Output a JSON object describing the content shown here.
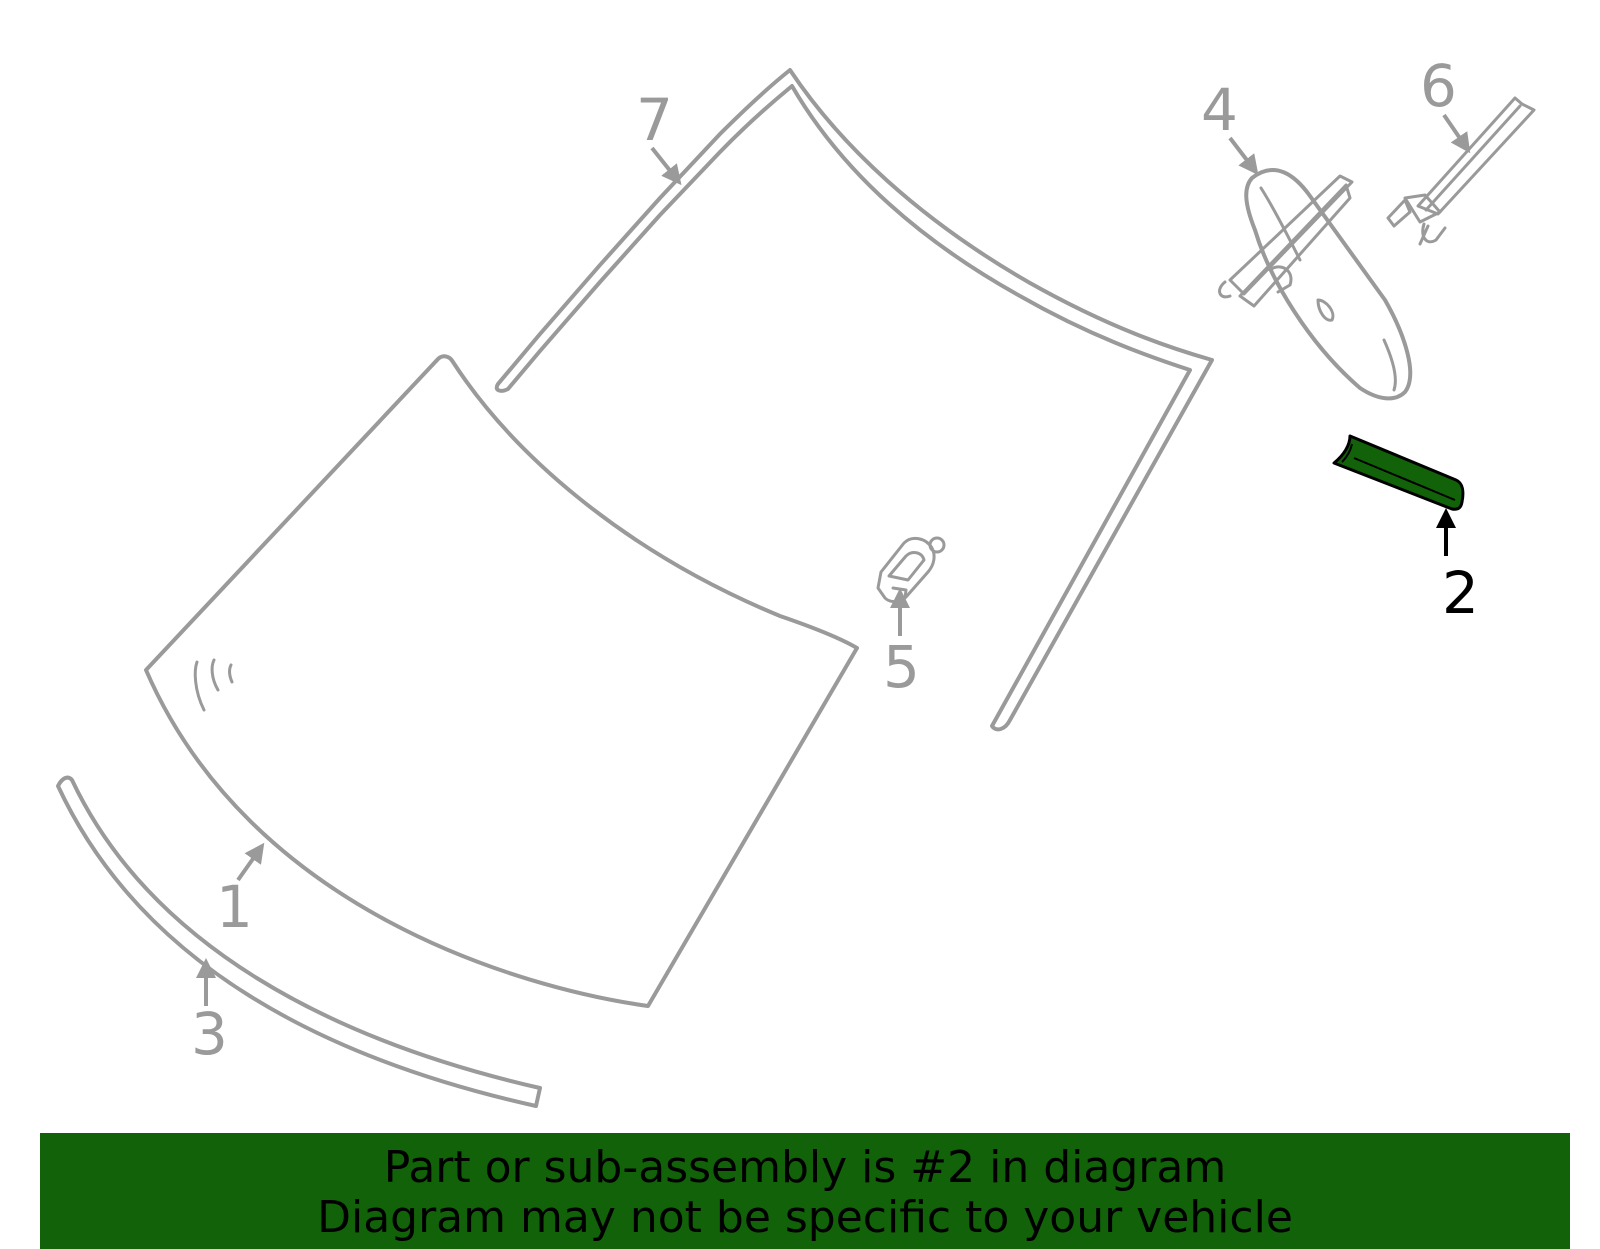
{
  "diagram": {
    "highlight_color": "#116208",
    "part_line_color": "#9a9a9a",
    "highlighted_part": "2",
    "callouts": [
      {
        "id": "1",
        "label": "1"
      },
      {
        "id": "2",
        "label": "2"
      },
      {
        "id": "3",
        "label": "3"
      },
      {
        "id": "4",
        "label": "4"
      },
      {
        "id": "5",
        "label": "5"
      },
      {
        "id": "6",
        "label": "6"
      },
      {
        "id": "7",
        "label": "7"
      }
    ]
  },
  "banner": {
    "line1": "Part or sub-assembly is #2 in diagram",
    "line2": "Diagram may not be specific to your vehicle",
    "background": "#116208"
  }
}
